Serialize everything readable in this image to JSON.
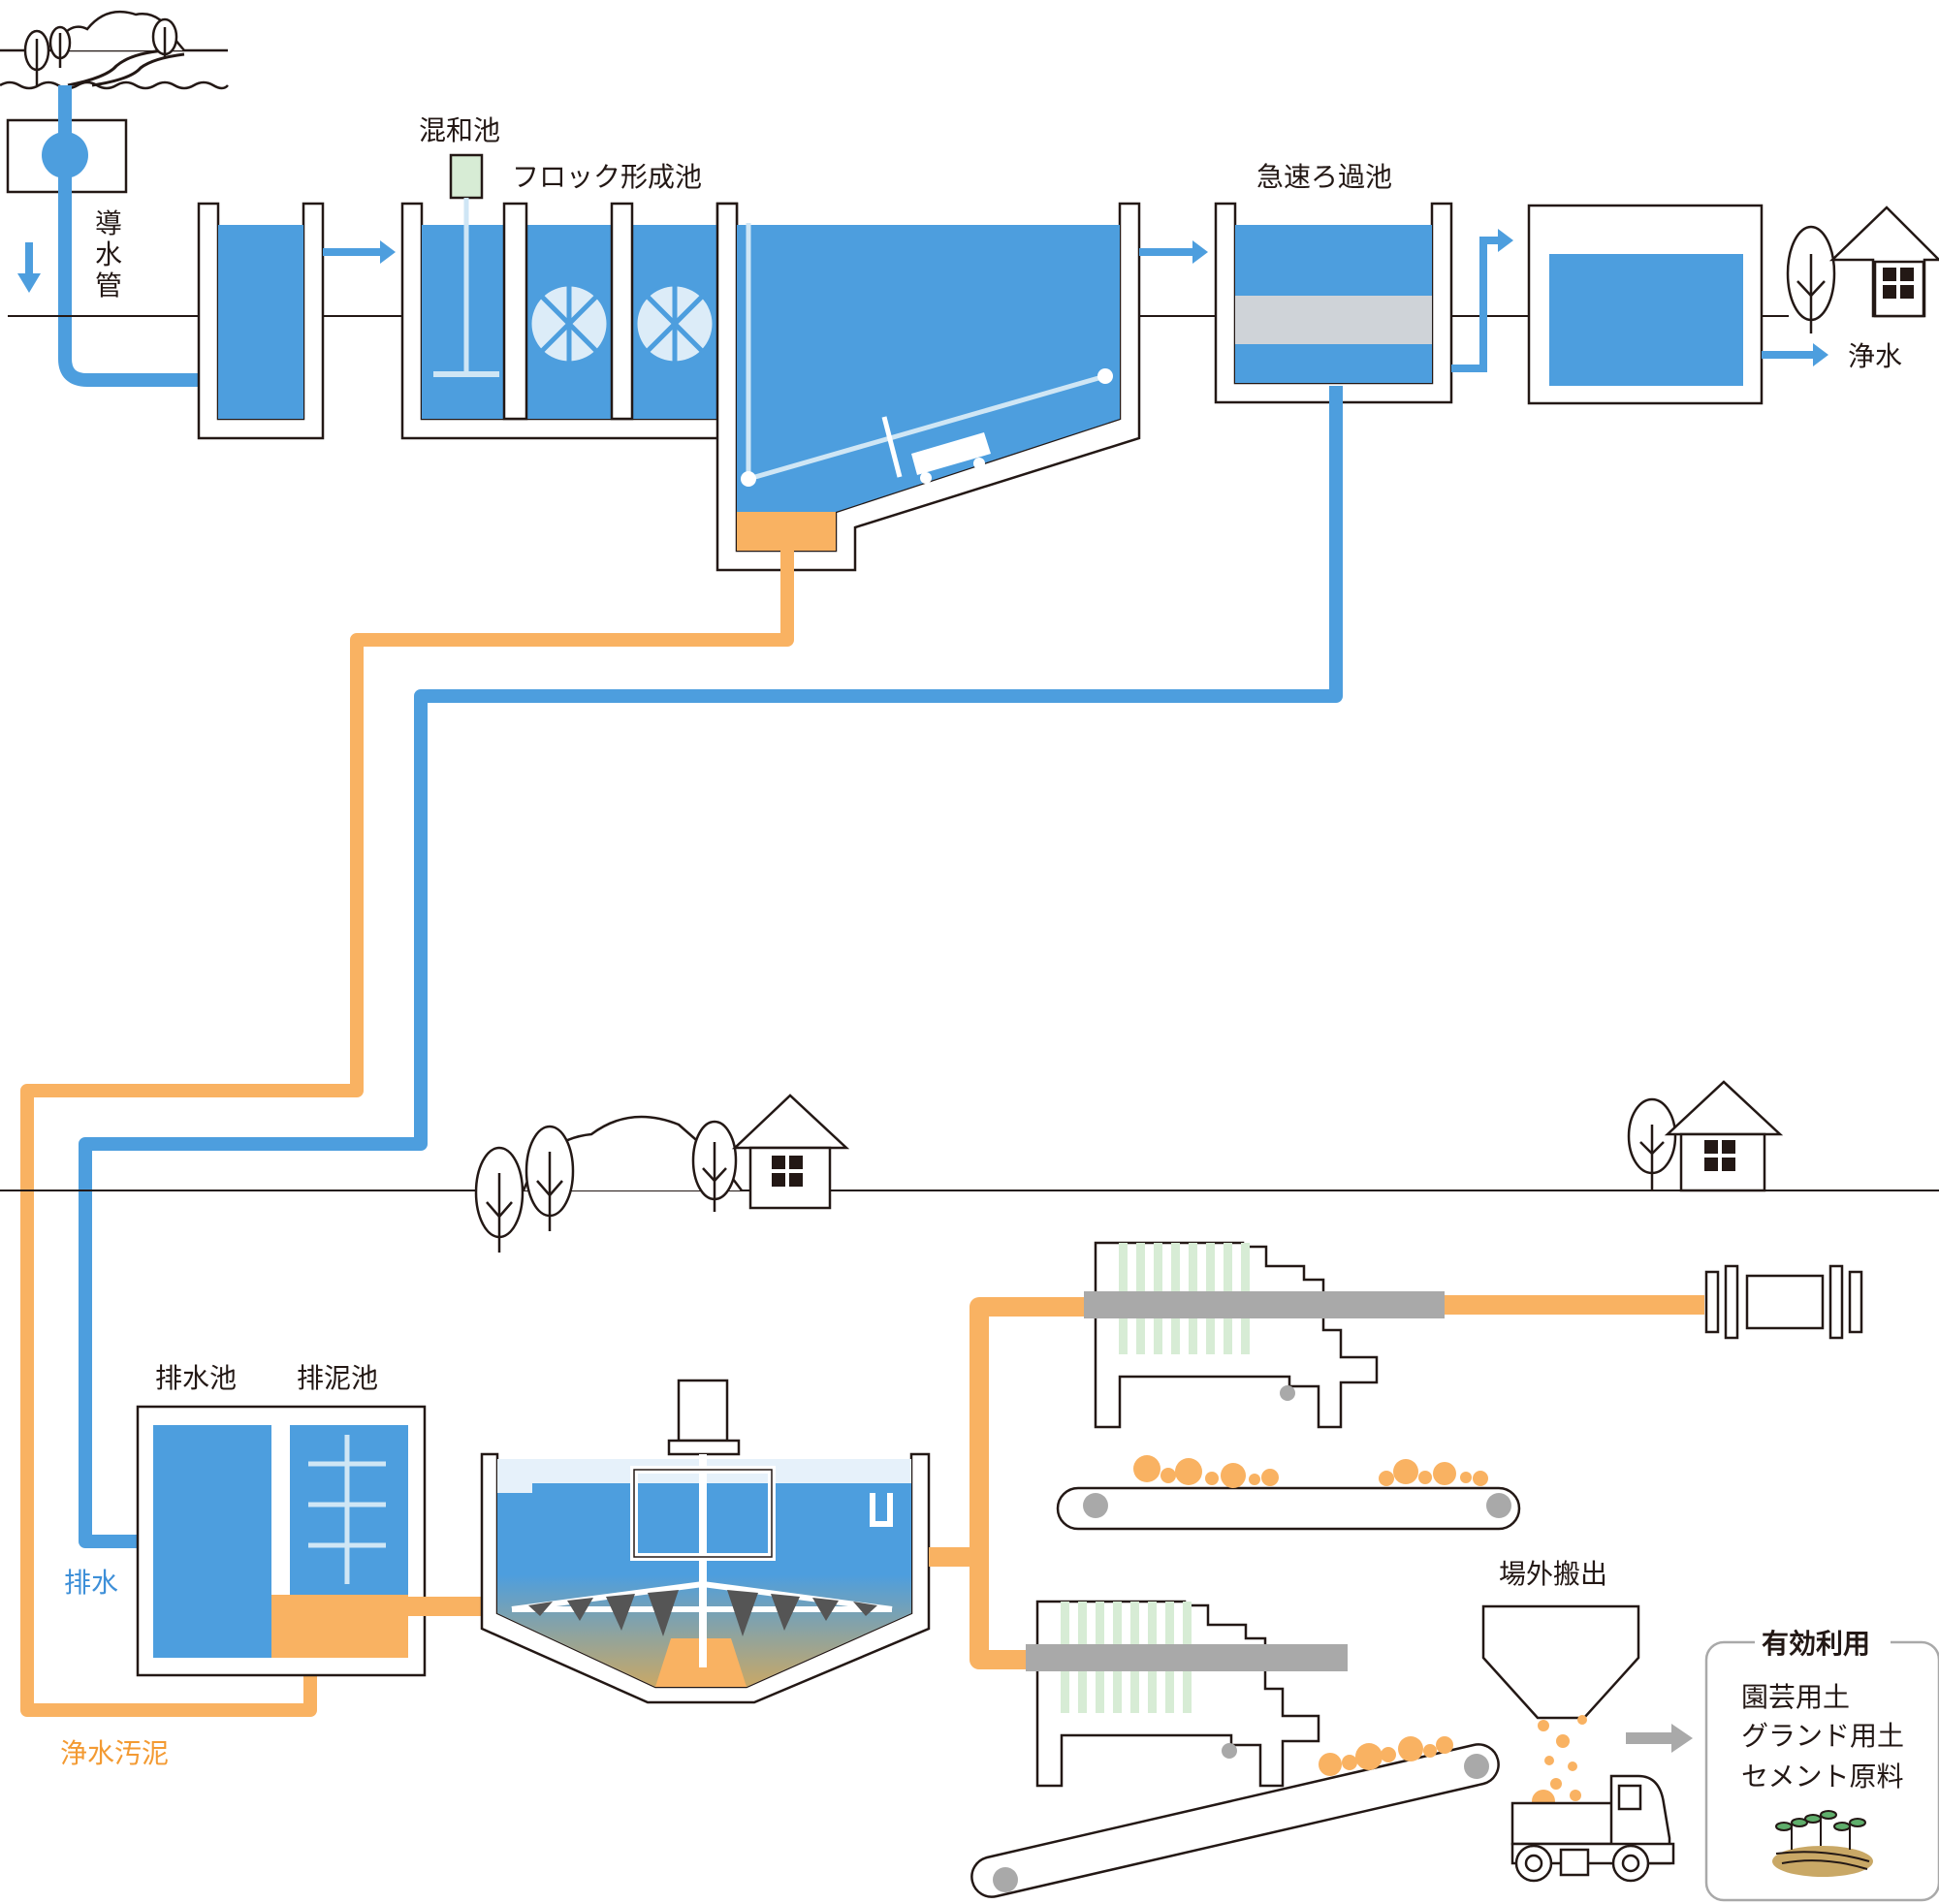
{
  "labels": {
    "intake_pipe": [
      "導",
      "水",
      "管"
    ],
    "mixing_basin": "混和池",
    "floc_basin": "フロック形成池",
    "rapid_filter": "急速ろ過池",
    "clean_water": "浄水",
    "drain_basin": "排水池",
    "sludge_basin": "排泥池",
    "drain_water": "排水",
    "purified_sludge": "浄水汚泥",
    "offsite_haul": "場外搬出"
  },
  "effective_use": {
    "title": "有効利用",
    "items": [
      "園芸用土",
      "グランド用土",
      "セメント原料"
    ]
  },
  "colors": {
    "water": "#4d9ede",
    "sludge": "#f9b262",
    "outline": "#231815",
    "light_water": "#e6f1fa",
    "filter_media": "#cfd3d8",
    "press_plate": "#d7ecd5",
    "roller": "#a9a9a9"
  }
}
